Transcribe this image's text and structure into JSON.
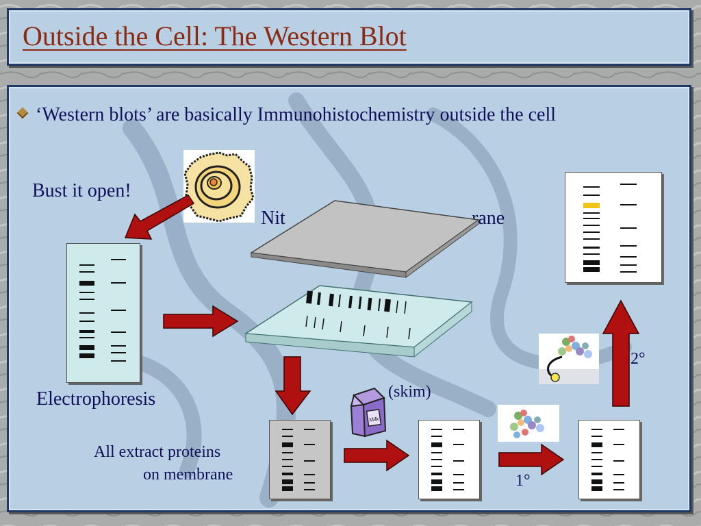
{
  "title": "Outside the Cell: The Western Blot",
  "bullet": "‘Western blots’ are basically Immunohistochemistry outside the cell",
  "labels": {
    "bust_open": "Bust it open!",
    "nitrocellulose_left": "Nit",
    "nitrocellulose_right": "rane",
    "electrophoresis": "Electrophoresis",
    "all_extract_line1": "All extract proteins",
    "all_extract_line2": "on membrane",
    "skim": "(skim)",
    "milk": "Milk",
    "primary": "1°",
    "secondary": "2°"
  },
  "colors": {
    "title": "#8b2a10",
    "text": "#10105a",
    "arrow": "#b01010",
    "panel": "#b9cfe3",
    "panel_border": "#1f3a66",
    "highlight_band": "#f0c419"
  }
}
